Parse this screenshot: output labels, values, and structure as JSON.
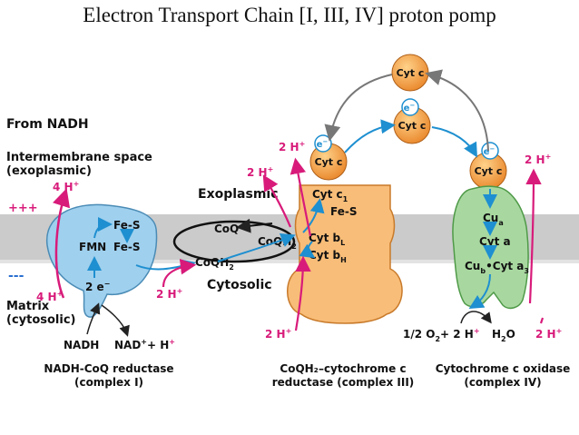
{
  "title": "Electron Transport Chain [I, III, IV] proton pomp",
  "labels": {
    "from_nadh": "From NADH",
    "intermembrane_1": "Intermembrane space",
    "intermembrane_2": "(exoplasmic)",
    "matrix_1": "Matrix",
    "matrix_2": "(cytosolic)",
    "plus_signs": "+++",
    "minus_signs": "---",
    "exoplasmic": "Exoplasmic",
    "cytosolic": "Cytosolic"
  },
  "complex_i": {
    "protons_out": "4 H",
    "protons_in": "4 H",
    "fes_top": "Fe-S",
    "fes_bottom": "Fe-S",
    "fmn": "FMN",
    "electrons": "2 e",
    "nadh": "NADH",
    "nad_plus": "NAD",
    "plus_h": "+ H",
    "caption_1": "NADH-CoQ reductase",
    "caption_2": "(complex I)"
  },
  "coq": {
    "coq": "CoQ",
    "coqh2_bottom": "CoQH",
    "coqh2_mid": "CoQH",
    "two_h_left": "2 H",
    "two_h_bottom": "2 H"
  },
  "complex_iii": {
    "two_h_top1": "2 H",
    "two_h_top2": "2 H",
    "two_h_bottom": "2 H",
    "cyt_c1": "Cyt c",
    "fes": "Fe-S",
    "cyt_bl": "Cyt b",
    "cyt_bh": "Cyt b",
    "caption_1": "CoQH₂–cytochrome c",
    "caption_2": "reductase (complex III)"
  },
  "cyt_c": {
    "label": "Cyt c",
    "electron": "e"
  },
  "complex_iv": {
    "two_h_top": "2 H",
    "two_h_bottom": "2 H",
    "cu_a": "Cu",
    "cyt_a": "Cyt a",
    "cu_b": "Cu",
    "cyt_a3": "•Cyt a",
    "reaction_o2": "1/2 O",
    "reaction_plus": "+ 2 H",
    "h2o": "H",
    "h2o_o": "O",
    "caption_1": "Cytochrome c oxidase",
    "caption_2": "(complex IV)"
  },
  "colors": {
    "membrane": "#c9c9c9",
    "complex_i_fill": "#9fd0ee",
    "complex_iii_fill": "#f8bd78",
    "complex_iv_fill": "#a8d8a0",
    "cyt_c_fill": "#f39a3c",
    "electron_fill": "#ffffff",
    "electron_stroke": "#1e8fd0",
    "proton_arrow": "#d81b7a",
    "electron_arrow": "#1e8fd0",
    "plus_text": "#d81b7a",
    "minus_text": "#2a6fd0"
  }
}
